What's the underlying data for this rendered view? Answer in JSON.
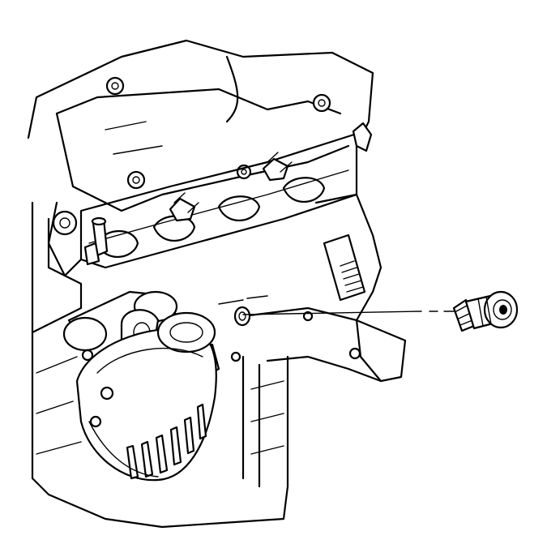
{
  "diagram": {
    "style": "black-and-white line drawing",
    "stroke_color": "#000000",
    "background_color": "#ffffff",
    "components": [
      "engine-block",
      "intake-manifold",
      "oil-filter",
      "oil-filter-adapter",
      "oil-pressure-sensor",
      "leader-line"
    ]
  }
}
